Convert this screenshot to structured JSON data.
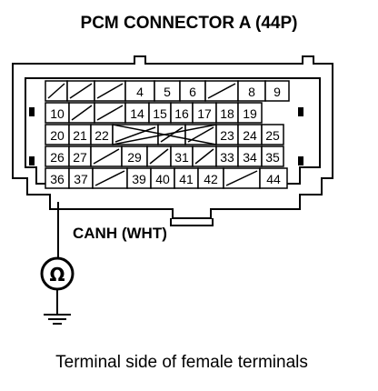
{
  "title": "PCM CONNECTOR A (44P)",
  "wire_label": "CANH (WHT)",
  "meter_symbol": "Ω",
  "meter_icon": "ohmmeter-icon",
  "ground_icon": "ground-symbol-icon",
  "caption": "Terminal side of female terminals",
  "connector": {
    "rows": [
      [
        "",
        "",
        "",
        "4",
        "5",
        "6",
        "",
        "8",
        "9"
      ],
      [
        "10",
        "",
        "",
        "14",
        "15",
        "16",
        "17",
        "18",
        "19"
      ],
      [
        "20",
        "21",
        "22",
        "",
        "",
        "",
        "23",
        "24",
        "25"
      ],
      [
        "26",
        "27",
        "",
        "29",
        "",
        "31",
        "",
        "33",
        "34",
        "35"
      ],
      [
        "36",
        "37",
        "",
        "39",
        "40",
        "41",
        "42",
        "",
        "44"
      ]
    ]
  }
}
